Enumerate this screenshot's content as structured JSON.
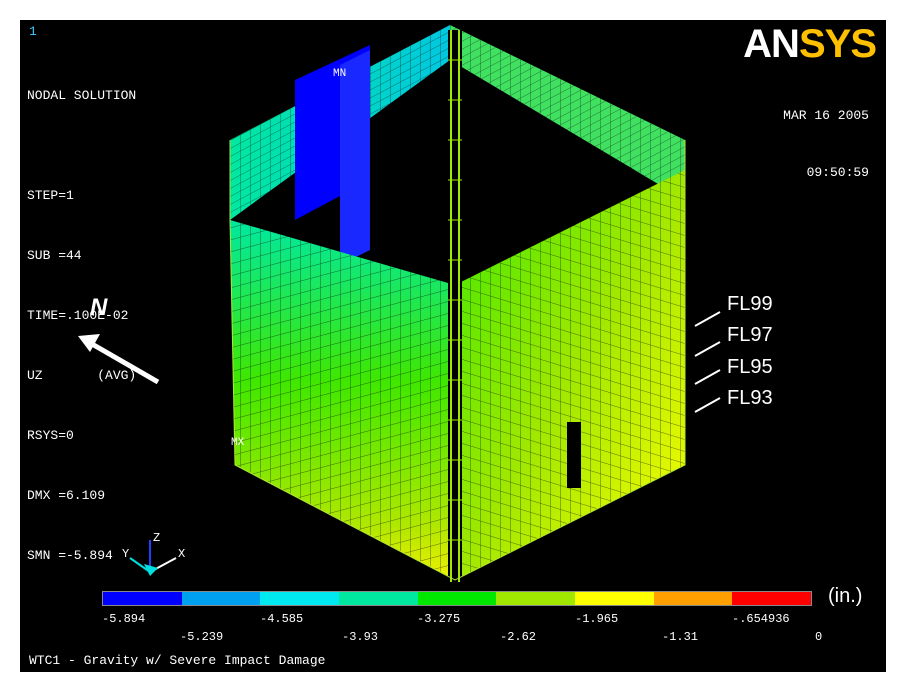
{
  "window_number": "1",
  "info_lines": [
    "NODAL SOLUTION",
    "",
    "STEP=1",
    "SUB =44",
    "TIME=.100E-02",
    "UZ       (AVG)",
    "RSYS=0",
    "DMX =6.109",
    "SMN =-5.894"
  ],
  "logo": {
    "part1": "AN",
    "part2": "SYS"
  },
  "date": "MAR 16 2005",
  "time": "09:50:59",
  "markers": {
    "min": "MN",
    "max": "MX"
  },
  "north_label": "N",
  "floor_labels": [
    "FL99",
    "FL97",
    "FL95",
    "FL93"
  ],
  "axis_triad": {
    "x": "X",
    "y": "Y",
    "z": "Z"
  },
  "legend": {
    "colors": [
      "#0000ff",
      "#00a0f0",
      "#00e8f0",
      "#00e8a0",
      "#00e800",
      "#a0e800",
      "#ffff00",
      "#ffa000",
      "#ff0000"
    ],
    "labels_top": [
      "-5.894",
      "-4.585",
      "-3.275",
      "-1.965",
      "-.654936"
    ],
    "labels_bottom": [
      "-5.239",
      "-3.93",
      "-2.62",
      "-1.31",
      "0"
    ],
    "unit": "(in.)"
  },
  "footer": "WTC1 - Gravity w/ Severe Impact Damage"
}
